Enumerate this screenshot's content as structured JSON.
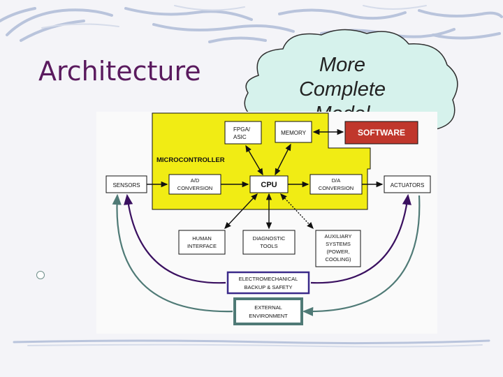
{
  "slide": {
    "title": "Architecture",
    "cloud_lines": [
      "More",
      "Complete",
      "Model"
    ]
  },
  "diagram": {
    "microcontroller_label": "MICROCONTROLLER",
    "software": "SOFTWARE",
    "fpga_line1": "FPGA/",
    "fpga_line2": "ASIC",
    "memory": "MEMORY",
    "cpu": "CPU",
    "ad_line1": "A/D",
    "ad_line2": "CONVERSION",
    "da_line1": "D/A",
    "da_line2": "CONVERSION",
    "sensors": "SENSORS",
    "actuators": "ACTUATORS",
    "human_line1": "HUMAN",
    "human_line2": "INTERFACE",
    "diag_line1": "DIAGNOSTIC",
    "diag_line2": "TOOLS",
    "aux_line1": "AUXILIARY",
    "aux_line2": "SYSTEMS",
    "aux_line3": "(POWER,",
    "aux_line4": "COOLING)",
    "electro_line1": "ELECTROMECHANICAL",
    "electro_line2": "BACKUP & SAFETY",
    "ext_line1": "EXTERNAL",
    "ext_line2": "ENVIRONMENT"
  },
  "colors": {
    "title": "#5a1a5e",
    "microcontroller_fill": "#f1ec14",
    "software_fill": "#c0372c",
    "electro_border": "#3b2a8a",
    "external_border": "#4f7a76",
    "purple_arrow": "#3a1060",
    "teal_arrow": "#4f7a76"
  }
}
